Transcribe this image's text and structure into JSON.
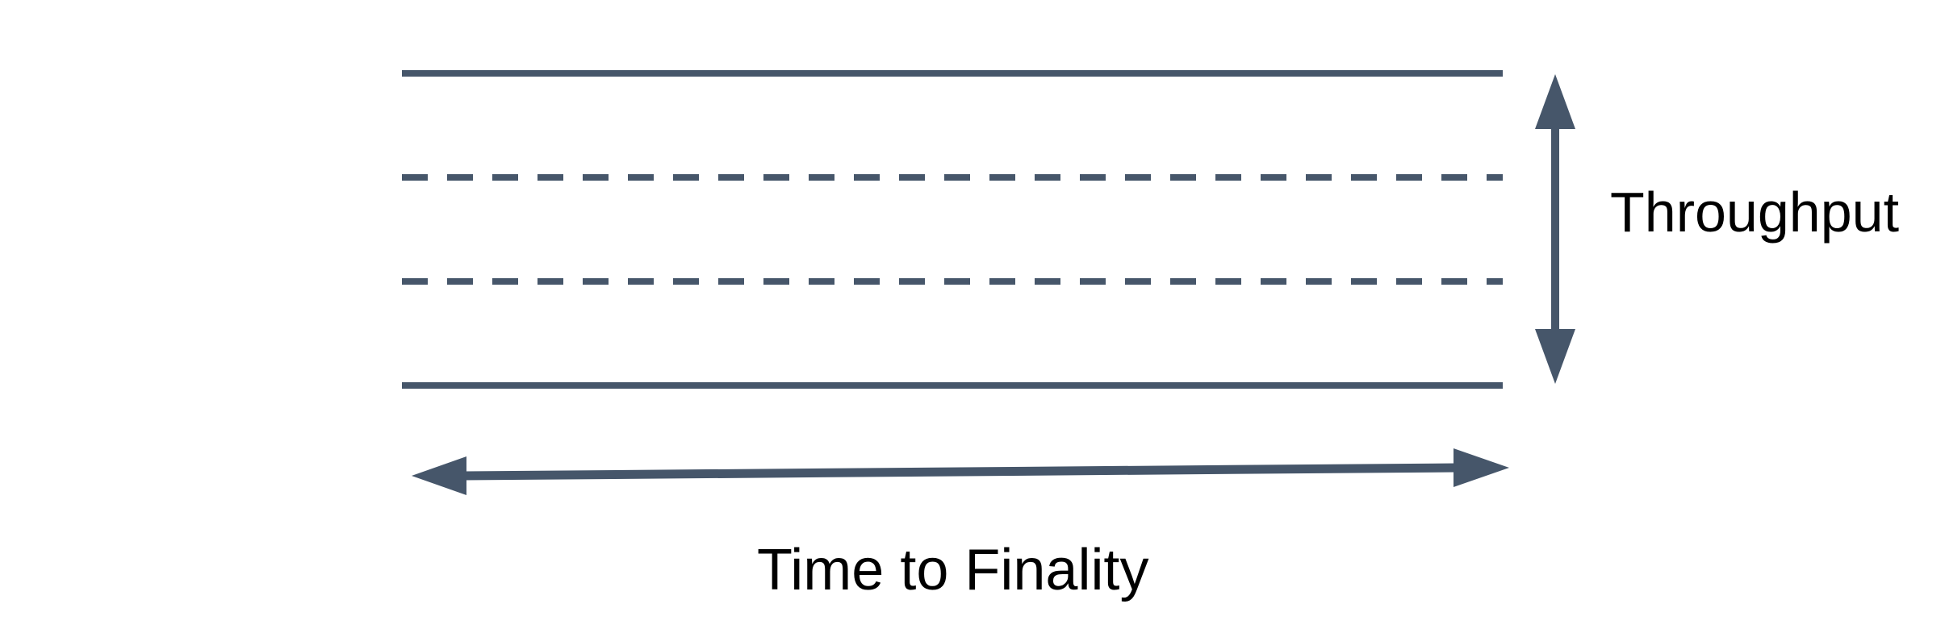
{
  "diagram": {
    "labels": {
      "throughput": "Throughput",
      "time_to_finality": "Time to Finality"
    },
    "colors": {
      "stroke": "#46566a",
      "text": "#000000",
      "background": "#ffffff"
    },
    "band": {
      "lines": [
        {
          "position": "top",
          "style": "solid"
        },
        {
          "position": "upper-middle",
          "style": "dashed"
        },
        {
          "position": "lower-middle",
          "style": "dashed"
        },
        {
          "position": "bottom",
          "style": "solid"
        }
      ]
    },
    "arrows": [
      {
        "name": "throughput-extent",
        "orientation": "vertical",
        "heads": "both",
        "label": "Throughput"
      },
      {
        "name": "time-to-finality-extent",
        "orientation": "horizontal",
        "heads": "both",
        "label": "Time to Finality"
      }
    ]
  }
}
